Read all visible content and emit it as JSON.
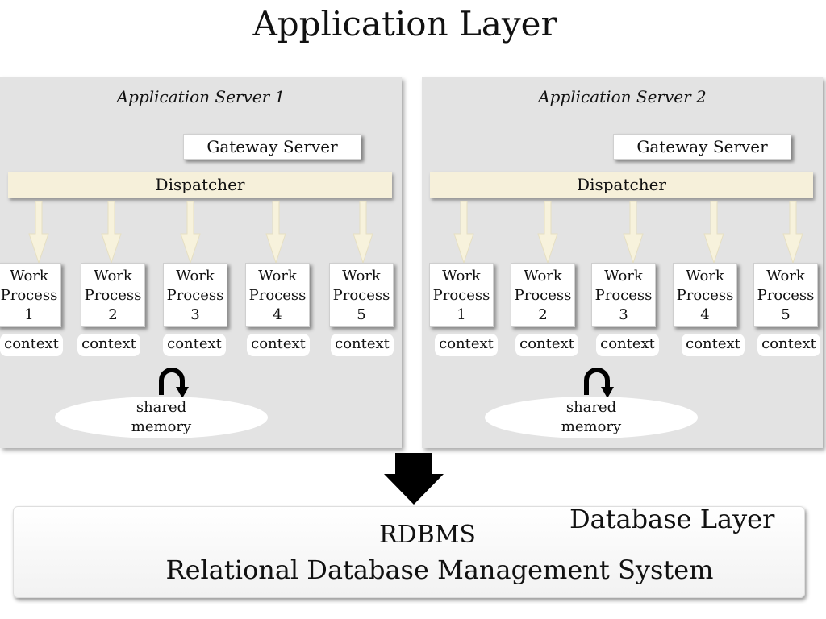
{
  "title": "Application Layer",
  "servers": [
    {
      "title": "Application Server 1",
      "gateway": "Gateway Server",
      "dispatcher": "Dispatcher",
      "work_processes": [
        {
          "line1": "Work",
          "line2": "Process",
          "line3": "1",
          "context": "context"
        },
        {
          "line1": "Work",
          "line2": "Process",
          "line3": "2",
          "context": "context"
        },
        {
          "line1": "Work",
          "line2": "Process",
          "line3": "3",
          "context": "context"
        },
        {
          "line1": "Work",
          "line2": "Process",
          "line3": "4",
          "context": "context"
        },
        {
          "line1": "Work",
          "line2": "Process",
          "line3": "5",
          "context": "context"
        }
      ],
      "memory_line1": "shared",
      "memory_line2": "memory"
    },
    {
      "title": "Application Server 2",
      "gateway": "Gateway Server",
      "dispatcher": "Dispatcher",
      "work_processes": [
        {
          "line1": "Work",
          "line2": "Process",
          "line3": "1",
          "context": "context"
        },
        {
          "line1": "Work",
          "line2": "Process",
          "line3": "2",
          "context": "context"
        },
        {
          "line1": "Work",
          "line2": "Process",
          "line3": "3",
          "context": "context"
        },
        {
          "line1": "Work",
          "line2": "Process",
          "line3": "4",
          "context": "context"
        },
        {
          "line1": "Work",
          "line2": "Process",
          "line3": "5",
          "context": "context"
        }
      ],
      "memory_line1": "shared",
      "memory_line2": "memory"
    }
  ],
  "database": {
    "layer_label": "Database Layer",
    "short_name": "RDBMS",
    "full_name": "Relational Database Management System"
  },
  "colors": {
    "server_bg": "#e3e3e3",
    "dispatcher_bg": "#f6f0da",
    "arrow_fill": "#f7f2dc"
  }
}
